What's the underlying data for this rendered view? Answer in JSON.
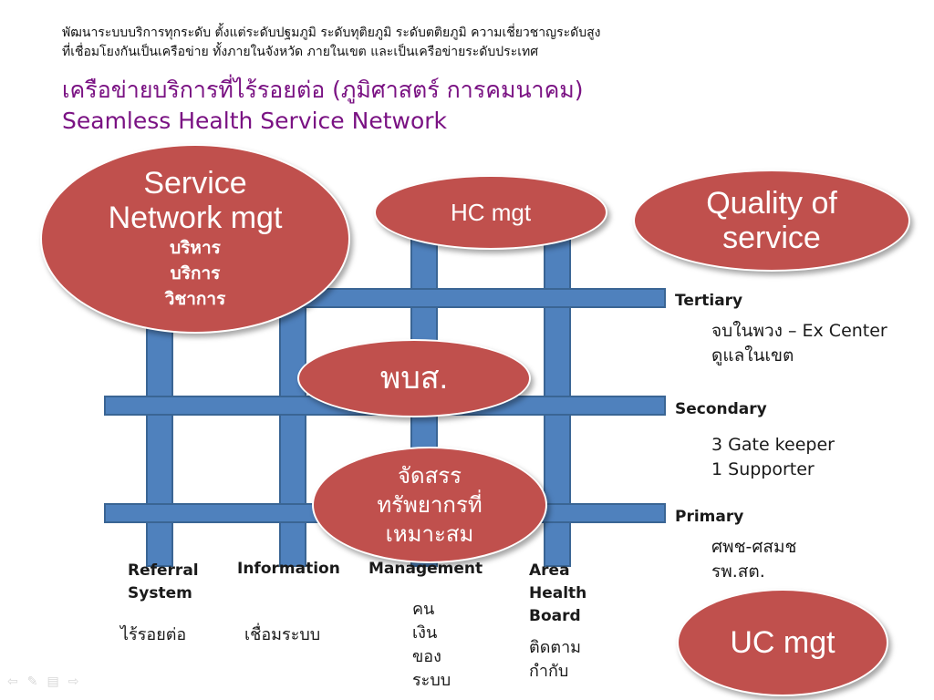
{
  "intro": {
    "line1": "พัฒนาระบบบริการทุกระดับ ตั้งแต่ระดับปฐมภูมิ ระดับทุติยภูมิ  ระดับตติยภูมิ ความเชี่ยวชาญระดับสูง",
    "line2": "ที่เชื่อมโยงกันเป็นเครือข่าย ทั้งภายในจังหวัด ภายในเขต และเป็นเครือข่ายระดับประเทศ"
  },
  "title": {
    "thai": "เครือข่ายบริการที่ไร้รอยต่อ (ภูมิศาสตร์ การคมนาคม)",
    "english": "Seamless Health Service Network"
  },
  "ellipses": {
    "service_network": {
      "line1": "Service",
      "line2": "Network mgt",
      "sub1": "บริหาร",
      "sub2": "บริการ",
      "sub3": "วิชาการ"
    },
    "hc_mgt": "HC mgt",
    "quality": {
      "line1": "Quality of",
      "line2": "service"
    },
    "pbs": "พบส.",
    "resource": {
      "line1": "จัดสรร",
      "line2": "ทรัพยากรที่",
      "line3": "เหมาะสม"
    },
    "uc_mgt": "UC mgt"
  },
  "levels": {
    "tertiary": {
      "label": "Tertiary",
      "desc1": "จบในพวง – Ex Center",
      "desc2": "ดูแลในเขต"
    },
    "secondary": {
      "label": "Secondary",
      "desc1": "3 Gate keeper",
      "desc2": "1 Supporter"
    },
    "primary": {
      "label": "Primary",
      "desc1": "ศพช-ศสมช",
      "desc2": "รพ.สต."
    }
  },
  "columns": {
    "referral": {
      "line1": "Referral",
      "line2": "System",
      "sub": "ไร้รอยต่อ"
    },
    "information": {
      "line1": "Information",
      "sub": "เชื่อมระบบ"
    },
    "management": {
      "line1": "Management",
      "sub1": "คน",
      "sub2": "เงิน",
      "sub3": "ของ",
      "sub4": "ระบบ"
    },
    "area": {
      "line1": "Area",
      "line2": "Health",
      "line3": "Board",
      "sub1": "ติดตาม",
      "sub2": "กำกับ"
    }
  },
  "nav": {
    "prev": "⇦",
    "edit": "✎",
    "menu": "▤",
    "next": "⇨"
  },
  "colors": {
    "bar": "#4f81bd",
    "ellipse": "#c0504d",
    "title": "#7a1283"
  }
}
